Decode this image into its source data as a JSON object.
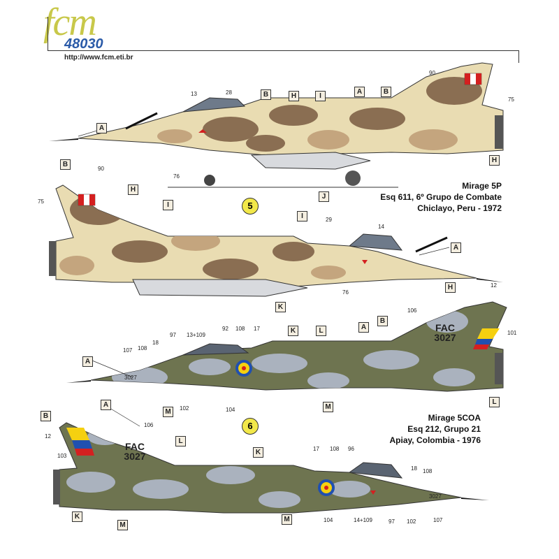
{
  "header": {
    "logo": "fcm",
    "code": "48030",
    "url": "http://www.fcm.eti.br"
  },
  "scheme5": {
    "number": "5",
    "title_lines": [
      "Mirage 5P",
      "Esq 611,  6º Grupo de Combate",
      "Chiclayo, Peru - 1972"
    ]
  },
  "scheme6": {
    "number": "6",
    "title_lines": [
      "Mirage 5COA",
      "Esq 212, Grupo 21",
      "Apiay, Colombia - 1976"
    ]
  },
  "aircraft_serial": "FAC 3027",
  "nose_serial": "3027",
  "labels": {
    "a": "A",
    "b": "B",
    "h": "H",
    "i": "I",
    "j": "J",
    "k": "K",
    "l": "L",
    "m": "M"
  },
  "callouts": {
    "c90": "90",
    "c75": "75",
    "c13": "13",
    "c28": "28",
    "c76": "76",
    "c29": "29",
    "c14": "14",
    "c12": "12",
    "c106": "106",
    "c101": "101",
    "c97": "97",
    "c13p109": "13+109",
    "c92": "92",
    "c108": "108",
    "c17": "17",
    "c107": "107",
    "c18": "18",
    "c102": "102",
    "c104": "104",
    "c103": "103",
    "c96": "96",
    "c14p109": "14+109"
  },
  "colors": {
    "sand": "#e9dcb2",
    "brown": "#8a6e52",
    "olive": "#6e7450",
    "grey": "#aab2be",
    "badge_yellow": "#f2e84a"
  }
}
